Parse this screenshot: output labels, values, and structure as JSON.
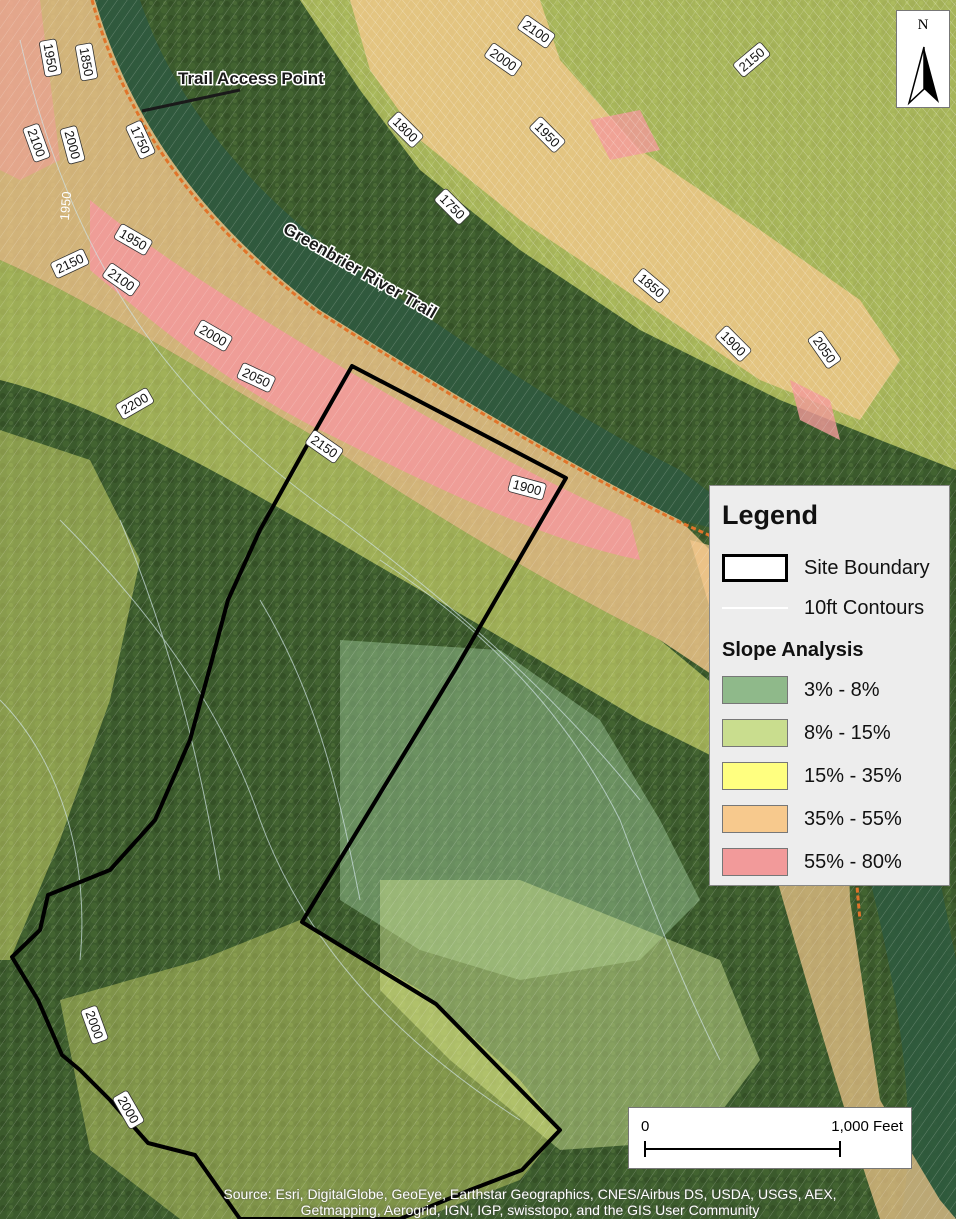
{
  "map": {
    "north_label": "N",
    "trail_access_label": "Trail  Access Point",
    "river_trail_label": "Greenbrier River Trail",
    "contour_labels": {
      "c1": "1950",
      "c2": "1850",
      "c3": "2100",
      "c4": "2000",
      "c5": "1750",
      "c6": "1950",
      "c7": "1950",
      "c8": "2150",
      "c9": "2100",
      "c10": "2000",
      "c11": "2050",
      "c12": "2200",
      "c13": "2150",
      "c14": "1900",
      "c15": "2100",
      "c16": "2000",
      "c17": "2150",
      "c18": "1800",
      "c19": "1950",
      "c20": "1750",
      "c21": "1850",
      "c22": "1900",
      "c23": "2050",
      "c24": "2000",
      "c25": "2000"
    },
    "colors": {
      "forest": "#3b5a2c",
      "river": "#2f5a3e",
      "slope_3_8": "#8fb98a",
      "slope_8_15": "#c9dd8e",
      "slope_15_35": "#ffff80",
      "slope_35_55": "#f7c98d",
      "slope_55_80": "#f29a9a",
      "contour": "#cfe3e6",
      "trail": "#e0742a",
      "boundary": "#000000"
    }
  },
  "legend": {
    "title": "Legend",
    "site_boundary": "Site Boundary",
    "contours": "10ft Contours",
    "slope_title": "Slope Analysis",
    "classes": [
      "3% - 8%",
      "8% - 15%",
      "15% - 35%",
      "35% - 55%",
      "55% - 80%"
    ]
  },
  "scale_bar": {
    "zero": "0",
    "distance": "1,000 Feet"
  },
  "attribution": {
    "line1": "Source: Esri, DigitalGlobe, GeoEye, Earthstar Geographics, CNES/Airbus DS, USDA, USGS, AEX,",
    "line2": "Getmapping, Aerogrid, IGN, IGP, swisstopo, and the GIS User Community"
  }
}
